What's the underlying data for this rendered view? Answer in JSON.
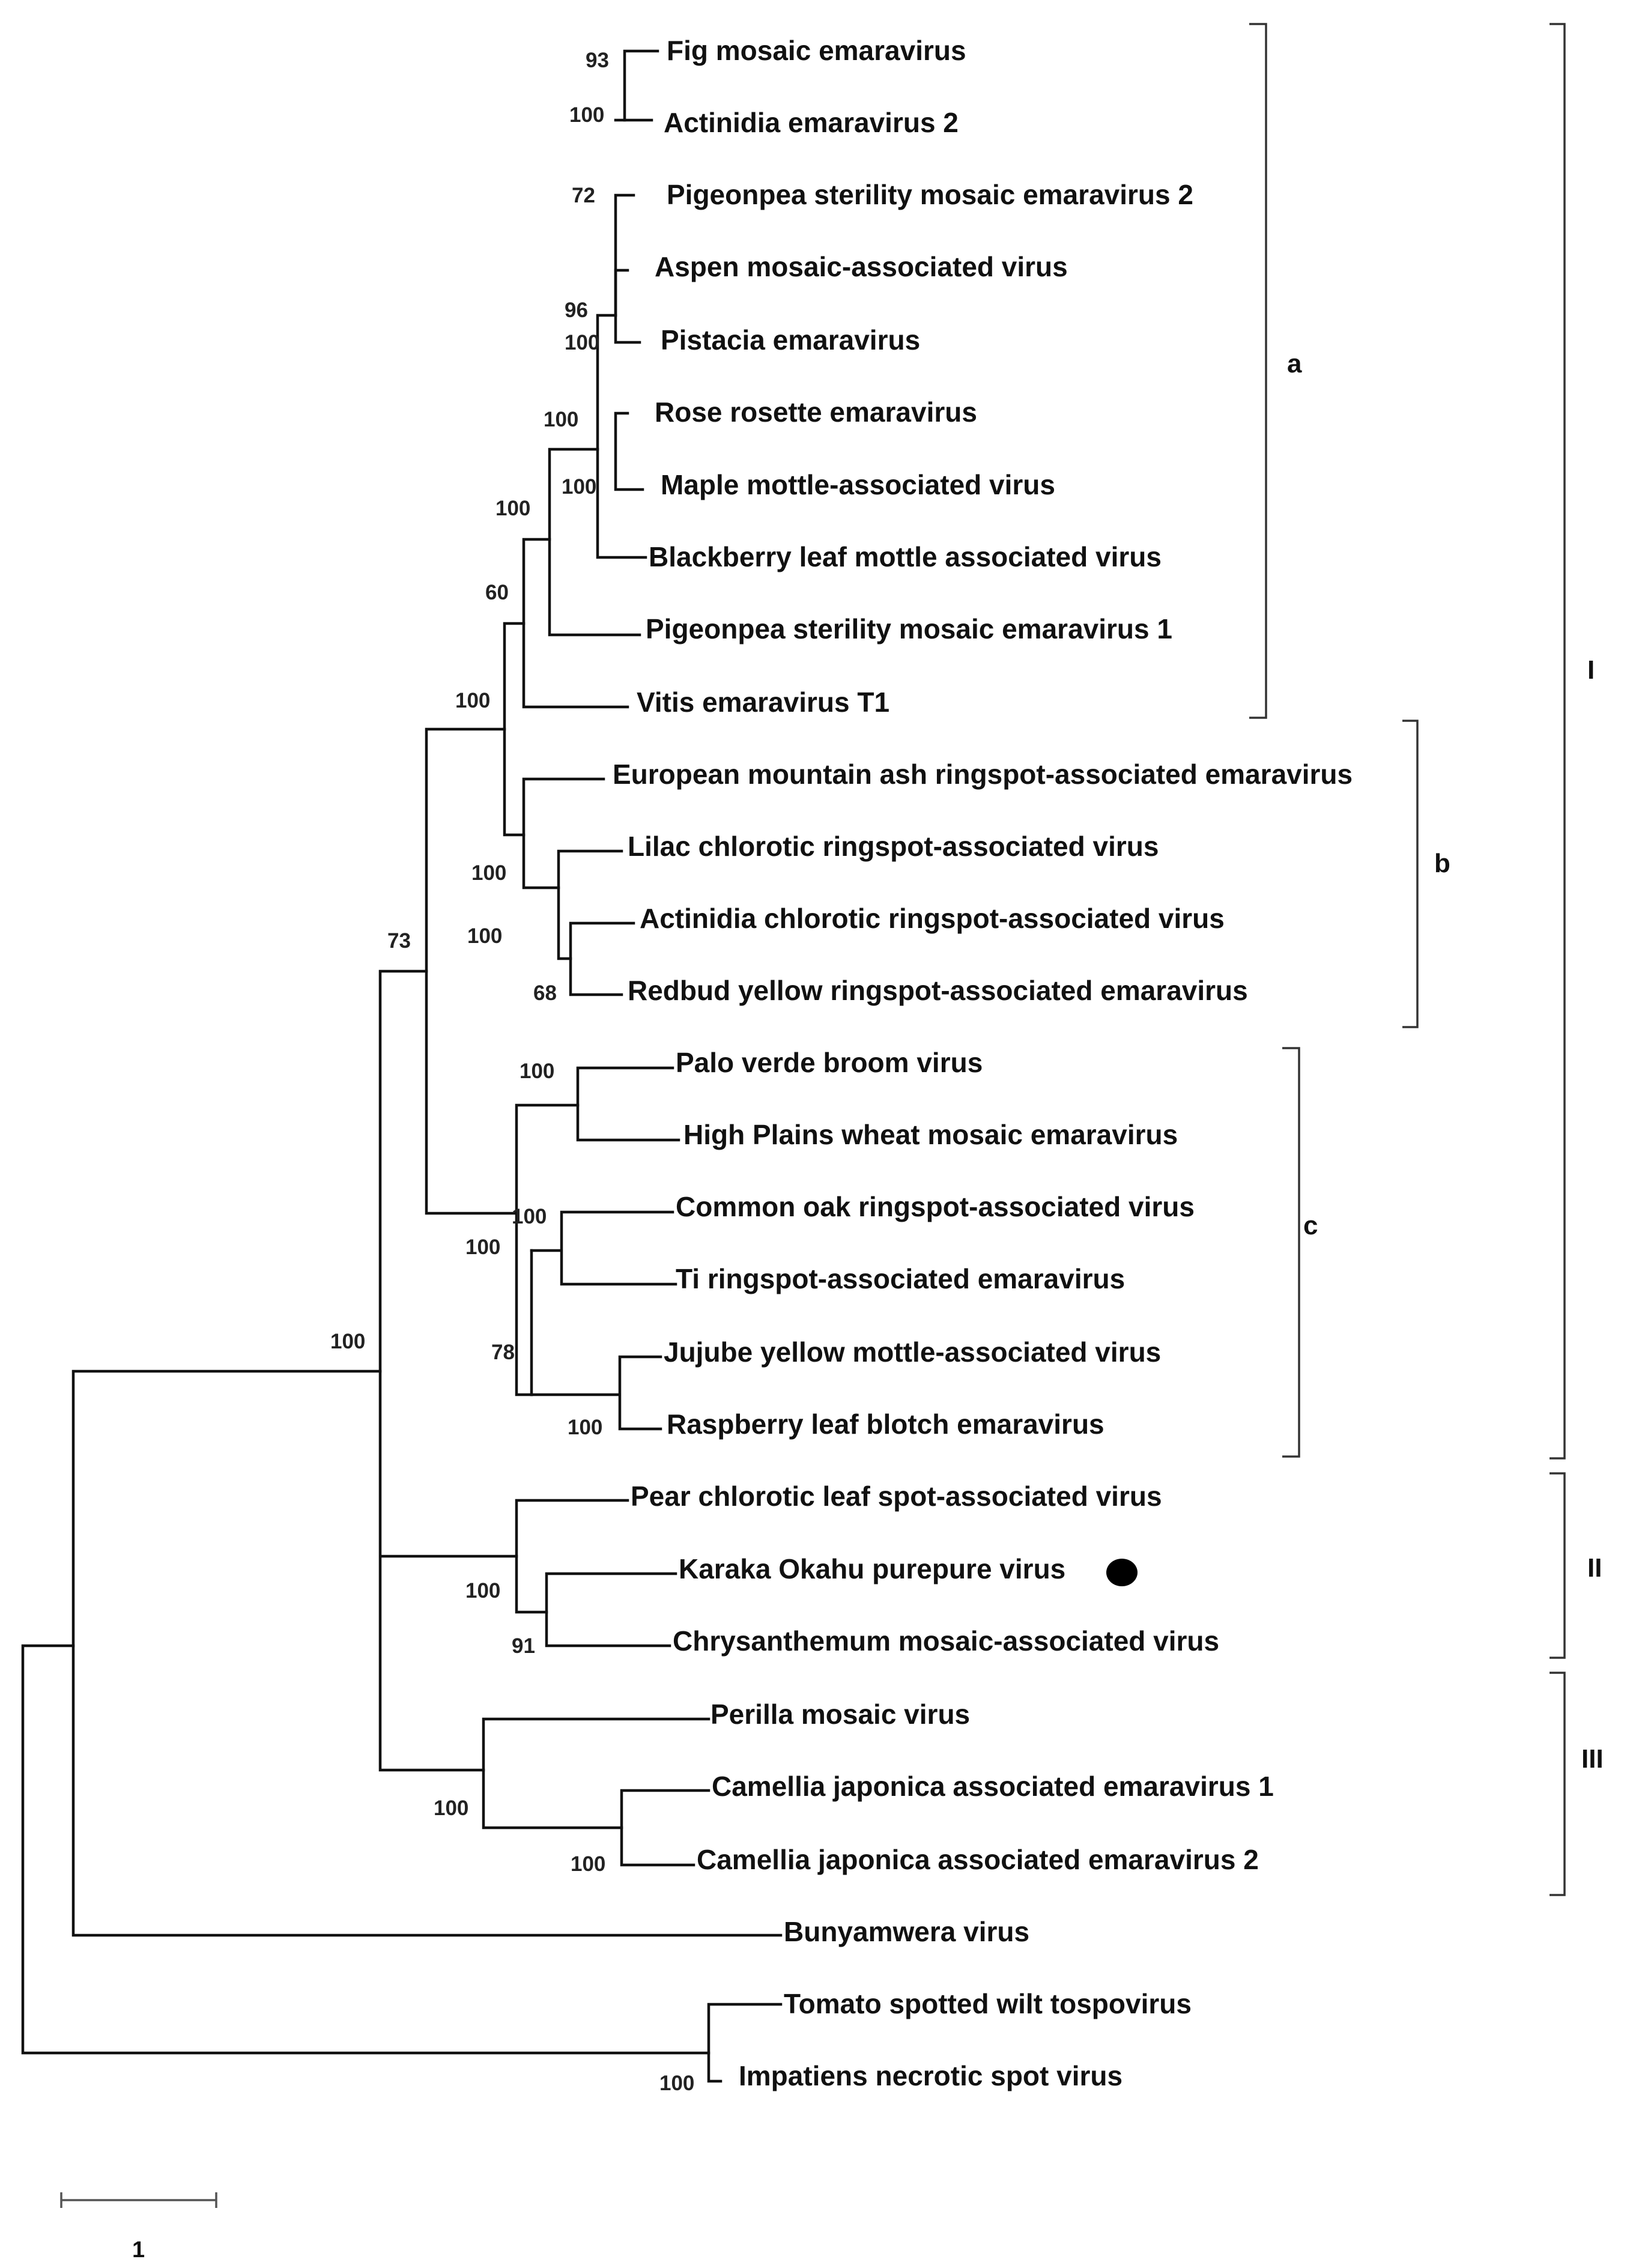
{
  "taxa": [
    "Fig mosaic emaravirus",
    "Actinidia emaravirus 2",
    "Pigeonpea sterility mosaic emaravirus 2",
    "Aspen mosaic-associated virus",
    "Pistacia emaravirus",
    "Rose rosette emaravirus",
    "Maple mottle-associated virus",
    "Blackberry leaf mottle associated virus",
    "Pigeonpea sterility mosaic emaravirus 1",
    "Vitis emaravirus T1",
    "European mountain ash ringspot-associated emaravirus",
    "Lilac chlorotic ringspot-associated virus",
    "Actinidia chlorotic ringspot-associated virus",
    "Redbud yellow ringspot-associated emaravirus",
    "Palo verde broom virus",
    "High Plains wheat mosaic emaravirus",
    "Common oak ringspot-associated virus",
    "Ti ringspot-associated emaravirus",
    "Jujube yellow mottle-associated virus",
    "Raspberry leaf blotch emaravirus",
    "Pear chlorotic leaf spot-associated virus",
    "Karaka Okahu purepure virus",
    "Chrysanthemum mosaic-associated virus",
    "Perilla mosaic virus",
    "Camellia japonica associated emaravirus 1",
    "Camellia japonica associated emaravirus 2",
    "Bunyamwera virus",
    "Tomato spotted wilt tospovirus",
    "Impatiens necrotic spot virus"
  ],
  "support_values": [
    "93",
    "100",
    "72",
    "96",
    "100",
    "100",
    "100",
    "100",
    "60",
    "100",
    "100",
    "100",
    "68",
    "73",
    "100",
    "100",
    "100",
    "78",
    "100",
    "100",
    "100",
    "91",
    "100",
    "100",
    "100"
  ],
  "subclades": [
    "a",
    "b",
    "c"
  ],
  "clades": [
    "I",
    "II",
    "III"
  ],
  "marked_taxon": "Karaka Okahu purepure virus",
  "scale_bar": {
    "label": "1"
  }
}
